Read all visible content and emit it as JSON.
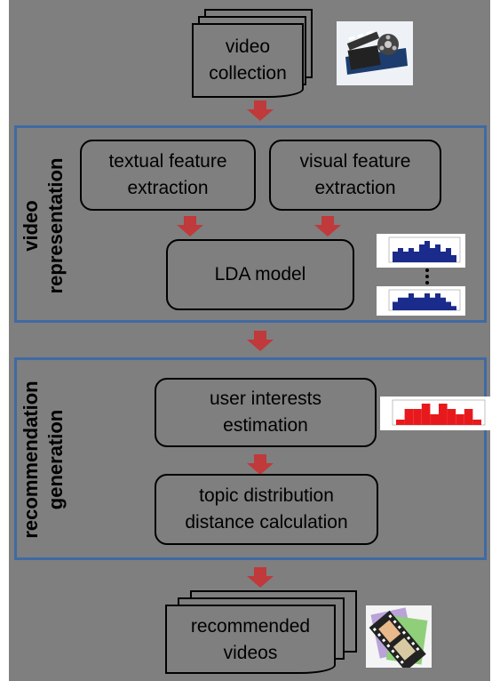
{
  "input": {
    "line1": "video",
    "line2": "collection"
  },
  "video_representation": {
    "title_line1": "video",
    "title_line2": "representation",
    "textual": {
      "line1": "textual feature",
      "line2": "extraction"
    },
    "visual": {
      "line1": "visual feature",
      "line2": "extraction"
    },
    "lda": "LDA model"
  },
  "recommendation_generation": {
    "title_line1": "recommendation",
    "title_line2": "generation",
    "user_interests": {
      "line1": "user interests",
      "line2": "estimation"
    },
    "topic_distance": {
      "line1": "topic distribution",
      "line2": "distance calculation"
    }
  },
  "output": {
    "line1": "recommended",
    "line2": "videos"
  },
  "icons": {
    "input_icon": "film-clapper-reel-icon",
    "output_icon": "film-strip-icon",
    "topic_hist_icon": "blue-histogram-icon",
    "user_hist_icon": "red-histogram-icon"
  },
  "colors": {
    "background": "#7f7f7f",
    "panel_border": "#3f6aa3",
    "arrow": "#c0393b",
    "topic_bars": "#1a2b8c",
    "user_bars": "#e8191c"
  },
  "chart_data": [
    {
      "type": "bar",
      "name": "topic-distribution-1",
      "values": [
        3,
        4,
        3,
        4,
        3,
        5,
        6,
        4,
        5,
        3,
        4,
        2
      ]
    },
    {
      "type": "bar",
      "name": "topic-distribution-n",
      "values": [
        2,
        3,
        3,
        4,
        3,
        3,
        4,
        3,
        4,
        3,
        2,
        1
      ]
    },
    {
      "type": "bar",
      "name": "user-interests",
      "values": [
        1,
        3,
        3,
        4,
        2,
        4,
        3,
        2,
        3,
        1
      ]
    }
  ]
}
